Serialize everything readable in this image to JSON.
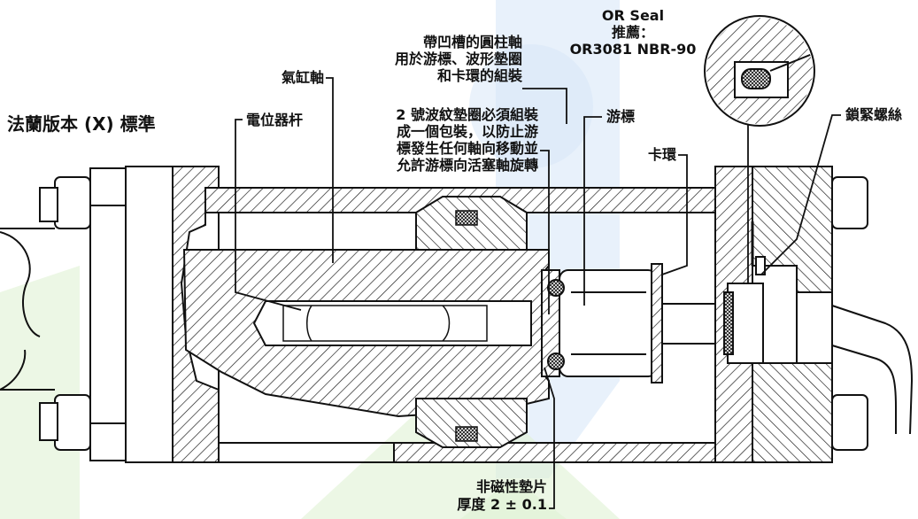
{
  "title": "法蘭版本 (X) 標準",
  "labels": {
    "cylinder_shaft": "氣缸軸",
    "grooved_shaft": [
      "帶凹槽的圓柱軸",
      "用於游標、波形墊圈",
      "和卡環的組裝"
    ],
    "or_seal": [
      "OR Seal",
      "推薦：",
      "OR3081 NBR-90"
    ],
    "potentiometer_rod": "電位器杆",
    "wave_washer": [
      "2 號波紋墊圈必須組裝",
      "成一個包裝，以防止游",
      "標發生任何軸向移動並",
      "允許游標向活塞軸旋轉"
    ],
    "cursor": "游標",
    "snap_ring": "卡環",
    "lock_screw": "鎖緊螺絲",
    "spacer": [
      "非磁性墊片",
      "厚度 2 ± 0.1"
    ]
  },
  "colors": {
    "line": "#111111",
    "hatch": "#111111",
    "watermark_blue": "#cfe2f7",
    "watermark_green": "#dff2d4"
  }
}
